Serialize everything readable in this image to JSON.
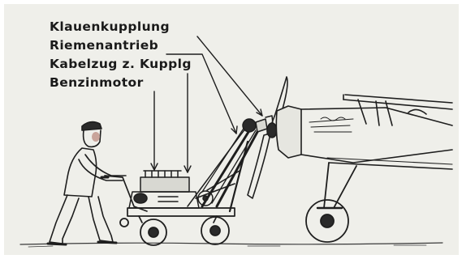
{
  "labels": {
    "klauenkupplung": "Klauenkupplung",
    "riemenantrieb": "Riemenantrieb",
    "kabelzug": "Kabelzug z. Kupplg",
    "benzinmotor": "Benzinmotor"
  },
  "colors": {
    "paper": "#efefea",
    "ink": "#1e1e1e",
    "face": "#c9a49a"
  },
  "drawing": {
    "subject": "engine-powered propeller starter cart",
    "icons": [
      "man-figure",
      "cart",
      "petrol-engine",
      "drive-arm",
      "propeller",
      "biplane-fuselage",
      "aircraft-wheel"
    ]
  }
}
